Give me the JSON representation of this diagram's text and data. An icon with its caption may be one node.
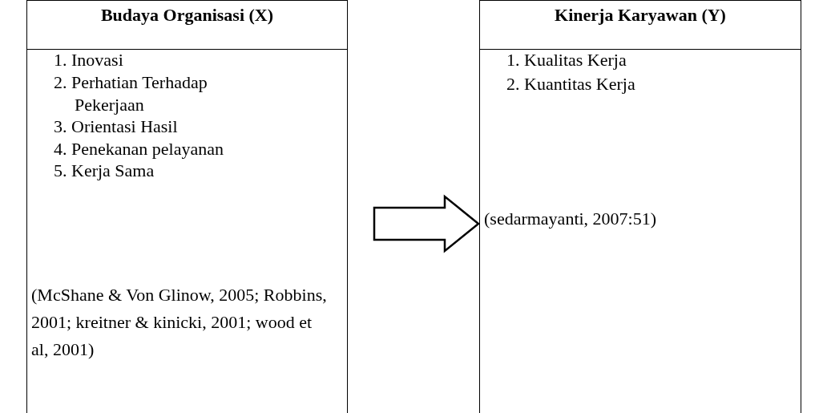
{
  "diagram": {
    "nodes": [
      {
        "text": [
          "Budaya Organisasi (X)",
          "1. Inovasi",
          "2. Perhatian Terhadap Pekerjaan",
          "3. Orientasi Hasil",
          "4. Penekanan pelayanan",
          "5. Kerja Sama",
          "(McShane & Von Glinow, 2005; Robbins, 2001; kreitner & kinicki, 2001; wood et al, 2001)"
        ]
      },
      {
        "text": [
          "Kinerja Karyawan (Y)",
          "1. Kualitas Kerja",
          "2. Kuantitas Kerja",
          "(sedarmayanti, 2007:51)"
        ]
      }
    ],
    "edges": [
      {
        "from": 0,
        "to": 1,
        "arrow": "to"
      }
    ]
  }
}
